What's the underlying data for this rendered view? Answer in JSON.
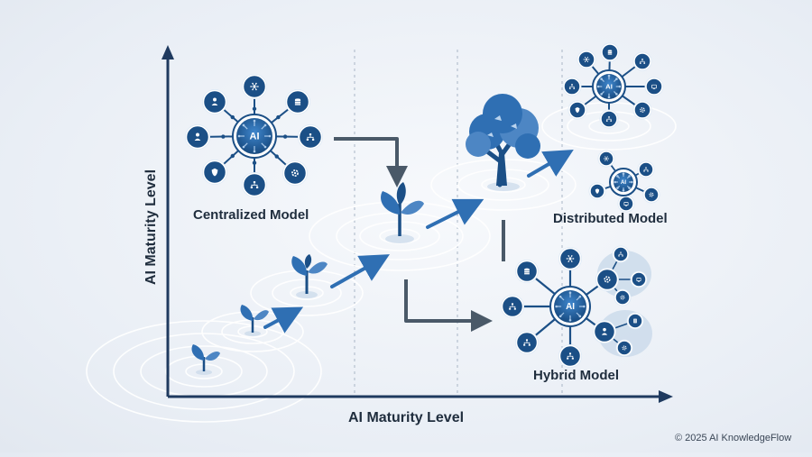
{
  "axes": {
    "x_label": "AI Maturity Level",
    "y_label": "AI Maturity Level"
  },
  "models": [
    {
      "name": "Centralized Model"
    },
    {
      "name": "Distributed Model"
    },
    {
      "name": "Hybrid Model"
    }
  ],
  "hub_text": "AI",
  "footer": {
    "copyright": "© 2025 AI KnowledgeFlow"
  },
  "colors": {
    "dark_blue": "#1b4f86",
    "mid_blue": "#2f6fb3",
    "light_blue": "#dbe8f5",
    "connector": "#4a5968",
    "axis": "#1f3a5f"
  }
}
